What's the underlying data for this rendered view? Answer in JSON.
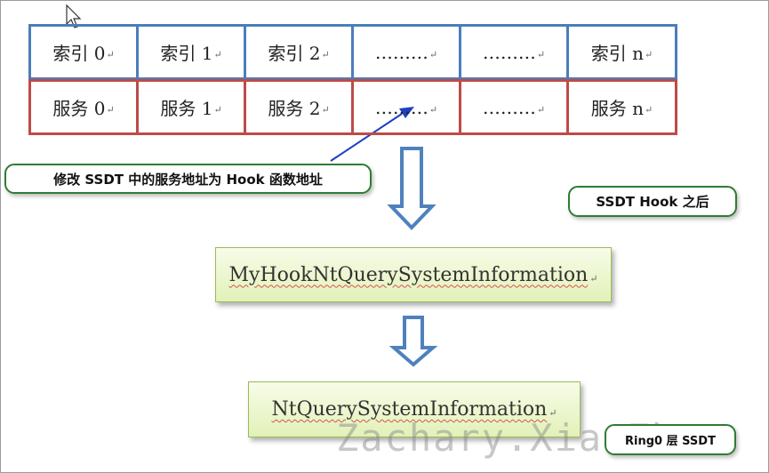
{
  "table": {
    "index_row": [
      "索引 0",
      "索引 1",
      "索引 2",
      "………",
      "………",
      "索引 n"
    ],
    "service_row": [
      "服务 0",
      "服务 1",
      "服务 2",
      "………",
      "………",
      "服务 n"
    ],
    "cell_mark": "↵"
  },
  "callouts": {
    "modify": "修改 SSDT 中的服务地址为 Hook 函数地址",
    "after_hook": "SSDT Hook 之后",
    "ring0": "Ring0 层 SSDT"
  },
  "functions": {
    "hook": "MyHookNtQuerySystemInformation",
    "original": "NtQuerySystemInformation",
    "mark": "↵"
  },
  "watermark": "Zachary.XiaoZhen",
  "colors": {
    "index_border": "#4a7ebb",
    "service_border": "#be4b48",
    "arrow_blue": "#4f81bd",
    "callout_border": "#2e7d32"
  }
}
